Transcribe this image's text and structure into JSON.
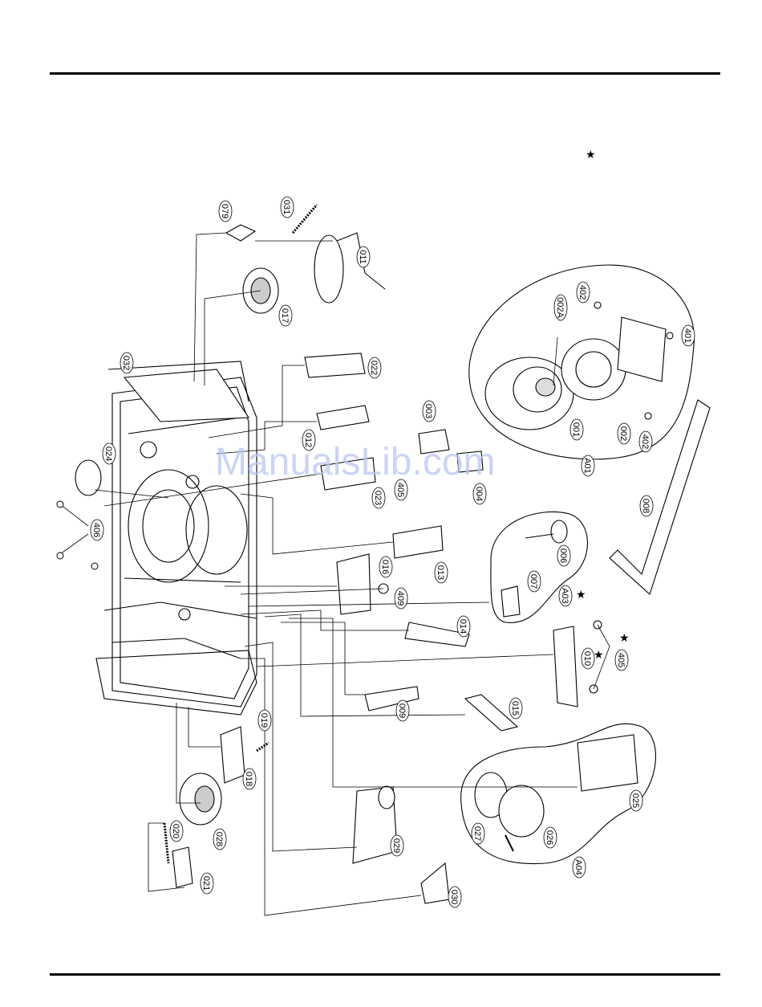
{
  "watermark": "ManualsLib.com",
  "legend_star": "★",
  "parts": {
    "p079": "079",
    "p031": "031",
    "p011": "011",
    "p017": "017",
    "p022": "022",
    "p032": "032",
    "p012": "012",
    "p003": "003",
    "p024": "024",
    "p405a": "405",
    "p004": "004",
    "p023": "023",
    "p406": "406",
    "p013": "013",
    "p016": "016",
    "p409": "409",
    "p014": "014",
    "p010": "010",
    "p405b": "405",
    "p009": "009",
    "p015": "015",
    "p019": "019",
    "p018": "018",
    "p028": "028",
    "p020": "020",
    "p021": "021",
    "p029": "029",
    "p030": "030",
    "p025": "025",
    "p027": "027",
    "p026": "026",
    "pA04": "A04",
    "p008": "008",
    "p006": "006",
    "p007": "007",
    "pA03": "A03",
    "p402a": "402",
    "p002A": "002A",
    "p401": "401",
    "p001": "001",
    "p002": "002",
    "p402b": "402",
    "pA01": "A01"
  }
}
